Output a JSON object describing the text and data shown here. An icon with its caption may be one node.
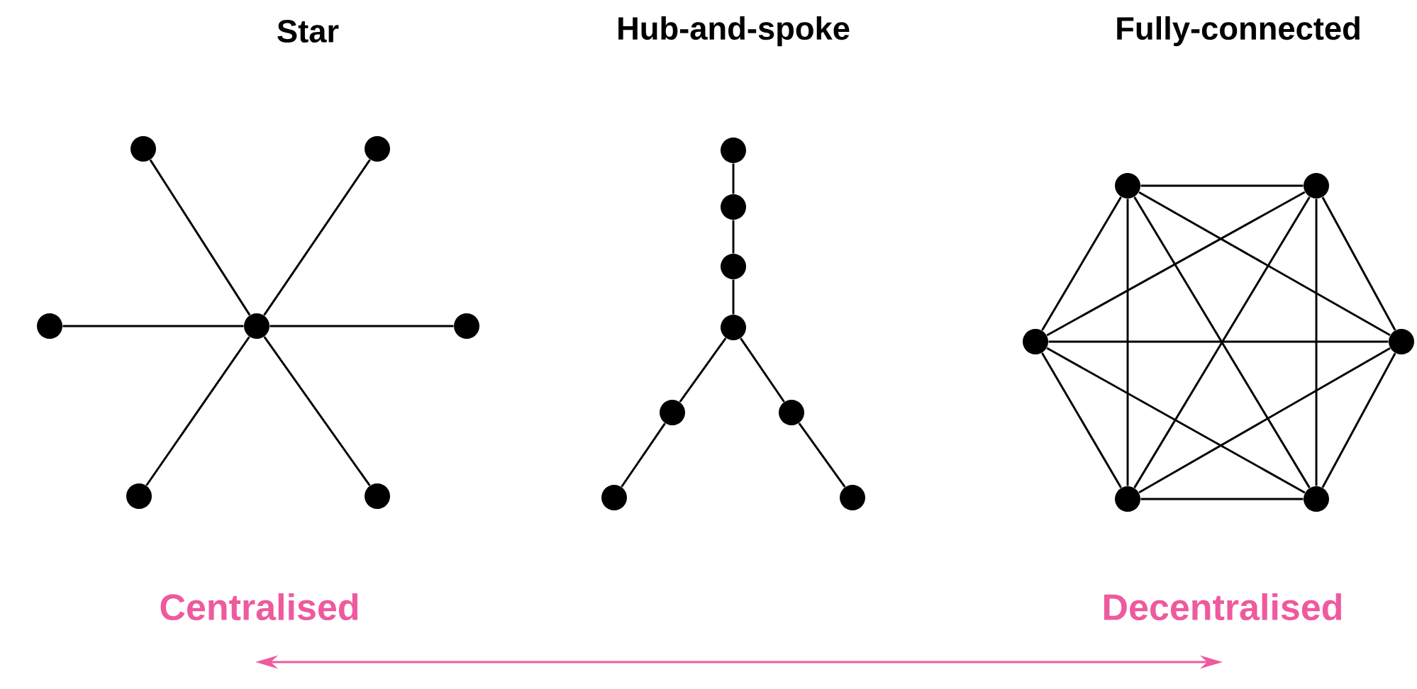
{
  "diagram": {
    "nodes": [
      {
        "text": [],
        "shape": "circle"
      },
      {
        "text": [],
        "shape": "circle"
      },
      {
        "text": [],
        "shape": "circle"
      },
      {
        "text": [],
        "shape": "circle"
      },
      {
        "text": [],
        "shape": "circle"
      },
      {
        "text": [],
        "shape": "circle"
      },
      {
        "text": [],
        "shape": "circle"
      },
      {
        "text": [],
        "shape": "circle"
      },
      {
        "text": [],
        "shape": "circle"
      },
      {
        "text": [],
        "shape": "circle"
      },
      {
        "text": [],
        "shape": "circle"
      },
      {
        "text": [],
        "shape": "circle"
      },
      {
        "text": [],
        "shape": "circle"
      },
      {
        "text": [],
        "shape": "circle"
      },
      {
        "text": [],
        "shape": "circle"
      },
      {
        "text": [],
        "shape": "circle"
      },
      {
        "text": [],
        "shape": "circle"
      },
      {
        "text": [],
        "shape": "circle"
      },
      {
        "text": [],
        "shape": "circle"
      },
      {
        "text": [],
        "shape": "circle"
      },
      {
        "text": [],
        "shape": "circle"
      }
    ],
    "edges": [
      {
        "from": 3,
        "to": 0,
        "arrow": "none"
      },
      {
        "from": 3,
        "to": 1,
        "arrow": "none"
      },
      {
        "from": 3,
        "to": 2,
        "arrow": "none"
      },
      {
        "from": 3,
        "to": 4,
        "arrow": "none"
      },
      {
        "from": 3,
        "to": 5,
        "arrow": "none"
      },
      {
        "from": 3,
        "to": 6,
        "arrow": "none"
      },
      {
        "from": 7,
        "to": 8,
        "arrow": "none"
      },
      {
        "from": 8,
        "to": 9,
        "arrow": "none"
      },
      {
        "from": 9,
        "to": 10,
        "arrow": "none"
      },
      {
        "from": 10,
        "to": 11,
        "arrow": "none"
      },
      {
        "from": 10,
        "to": 12,
        "arrow": "none"
      },
      {
        "from": 11,
        "to": 13,
        "arrow": "none"
      },
      {
        "from": 12,
        "to": 14,
        "arrow": "none"
      },
      {
        "from": 15,
        "to": 16,
        "arrow": "none"
      },
      {
        "from": 15,
        "to": 17,
        "arrow": "none"
      },
      {
        "from": 15,
        "to": 18,
        "arrow": "none"
      },
      {
        "from": 15,
        "to": 19,
        "arrow": "none"
      },
      {
        "from": 15,
        "to": 20,
        "arrow": "none"
      },
      {
        "from": 16,
        "to": 17,
        "arrow": "none"
      },
      {
        "from": 16,
        "to": 18,
        "arrow": "none"
      },
      {
        "from": 16,
        "to": 19,
        "arrow": "none"
      },
      {
        "from": 16,
        "to": 20,
        "arrow": "none"
      },
      {
        "from": 17,
        "to": 18,
        "arrow": "none"
      },
      {
        "from": 17,
        "to": 19,
        "arrow": "none"
      },
      {
        "from": 17,
        "to": 20,
        "arrow": "none"
      },
      {
        "from": 18,
        "to": 19,
        "arrow": "none"
      },
      {
        "from": 18,
        "to": 20,
        "arrow": "none"
      },
      {
        "from": 19,
        "to": 20,
        "arrow": "none"
      }
    ],
    "labels": [
      "Star",
      "Hub-and-spoke",
      "Fully-connected",
      "Centralised",
      "Decentralised"
    ]
  }
}
